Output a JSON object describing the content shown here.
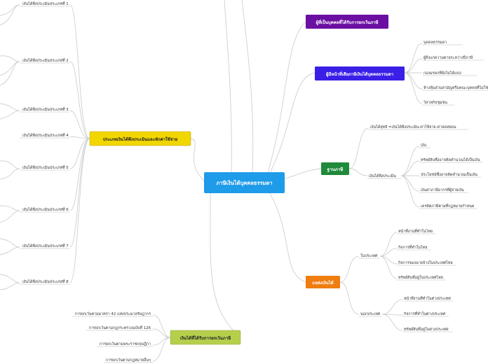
{
  "central": {
    "label": "ภาษีเงินได้บุคคลธรรมดา",
    "color": "#1e9be9"
  },
  "branches": {
    "who": {
      "label": "ผู้มีหน้าที่เสียภาษีเงินได้บุคคลธรรมดา",
      "color": "#3a1fe6",
      "items": [
        "บุคคลธรรมดา",
        "ผู้ถึงแก่ความตายระหว่างปีภาษี",
        "กองมรดกที่ยังไม่ได้แบ่ง",
        "ห้างหุ้นส่วนสามัญหรือคณะบุคคลที่ไม่ใช่นิติบุคคล",
        "วิสาหกิจชุมชน"
      ]
    },
    "exempt_person": {
      "label": "ผู้ที่เป็นบุคคลที่ได้รับการยกเว้นภาษี",
      "color": "#6b0fa3"
    },
    "base": {
      "label": "ฐานภาษี",
      "color": "#1f8a3a",
      "net": {
        "label": "เงินได้สุทธิ",
        "detail": "=เงินได้พึงประเมิน-ค่าใช้จ่าย-ค่าลดหย่อน"
      },
      "assessable": {
        "label": "เงินได้พึงประเมิน",
        "items": [
          "เงิน",
          "ทรัพย์สินซึ่งอาจคิดคำนวณได้เป็นเงิน",
          "ประโยชน์ซึ่งอาจคิดคำนวณเป็นเงิน",
          "เงินค่าภาษีอากรที่ผู้จ่ายเงิน",
          "เครดิตภาษีตามที่กฎหมายกำหนด"
        ]
      }
    },
    "source": {
      "label": "แหล่งเงินได้",
      "color": "#f07d10",
      "domestic": {
        "label": "ในประเทศ",
        "items": [
          "หน้าที่งานที่ทำในไทย",
          "กิจการที่ทำในไทย",
          "กิจการของนายจ้างในประเทศไทย",
          "ทรัพย์สินที่อยู่ในประเทศไทย"
        ]
      },
      "foreign": {
        "label": "นอกประเทศ",
        "items": [
          "หน้าที่งานที่ทำในต่างประเทศ",
          "กิจการที่ทำในต่างประเทศ",
          "ทรัพย์สินที่อยู่ในต่างประเทศ"
        ]
      }
    },
    "types": {
      "label": "ประเภทเงินได้พึงประเมินและหักค่าใช้จ่าย",
      "color": "#f2d600",
      "items": [
        "เงินได้พึงประเมินประเภทที่ 1",
        "เงินได้พึงประเมินประเภทที่ 2",
        "เงินได้พึงประเมินประเภทที่ 3",
        "เงินได้พึงประเมินประเภทที่ 4",
        "เงินได้พึงประเมินประเภทที่ 5",
        "เงินได้พึงประเมินประเภทที่ 6",
        "เงินได้พึงประเมินประเภทที่ 7",
        "เงินได้พึงประเมินประเภทที่ 8"
      ]
    },
    "exempt_income": {
      "label": "เงินได้ที่ได้รับการยกเว้นภาษี",
      "color": "#b5cf4c",
      "items": [
        "การยกเว้นตามมาตรา 42 แห่งประมวลรัษฎากร",
        "การยกเว้นตามกฎกระทรวงฉบับที่ 126",
        "การยกเว้นตามพระราชกฤษฎีกา",
        "การยกเว้นตามกฎหมายอื่นๆ"
      ]
    }
  }
}
